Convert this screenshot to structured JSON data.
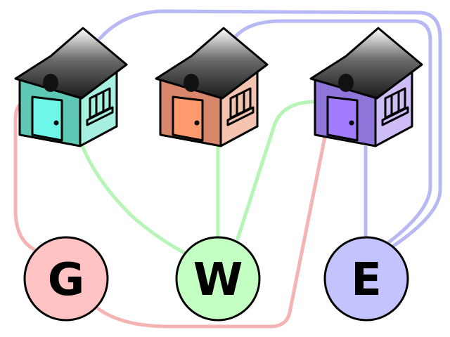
{
  "diagram": {
    "houses": [
      {
        "id": "house-1",
        "wall_color": "#5fc8b4",
        "side_color": "#a5f0e0",
        "door_color": "#6ef7e8"
      },
      {
        "id": "house-2",
        "wall_color": "#d9876c",
        "side_color": "#f3c3b0",
        "door_color": "#ff9a6e"
      },
      {
        "id": "house-3",
        "wall_color": "#8e75d9",
        "side_color": "#cdbcf6",
        "door_color": "#a27cff"
      }
    ],
    "utilities": [
      {
        "id": "gas",
        "label": "G",
        "fill": "#ffc3c3"
      },
      {
        "id": "water",
        "label": "W",
        "fill": "#c3ffc3"
      },
      {
        "id": "electric",
        "label": "E",
        "fill": "#c3c3ff"
      }
    ],
    "connection_colors": {
      "gas": "#f5b3b3",
      "water": "#b6f5b6",
      "electric": "#b8b8f5"
    }
  }
}
